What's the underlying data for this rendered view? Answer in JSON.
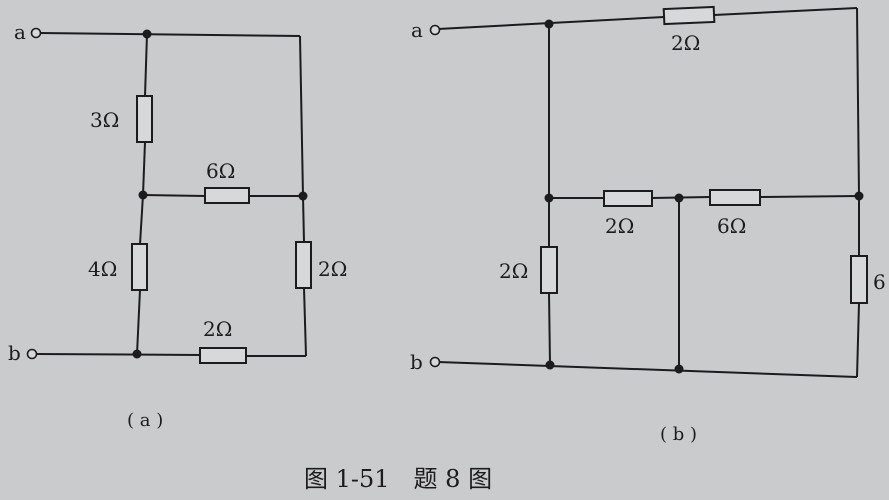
{
  "figure": {
    "title": "图 1-51　题 8 图",
    "caption_a": "( a )",
    "caption_b": "( b )"
  },
  "circuit_a": {
    "terminal_a": "a",
    "terminal_b": "b",
    "resistors": {
      "r_top_left": "3Ω",
      "r_middle": "6Ω",
      "r_bottom_left": "4Ω",
      "r_right": "2Ω",
      "r_bottom": "2Ω"
    }
  },
  "circuit_b": {
    "terminal_a": "a",
    "terminal_b": "b",
    "resistors": {
      "r_top": "2Ω",
      "r_mid_left": "2Ω",
      "r_mid_right": "6Ω",
      "r_left_vertical": "2Ω",
      "r_right_vertical": "6"
    }
  }
}
